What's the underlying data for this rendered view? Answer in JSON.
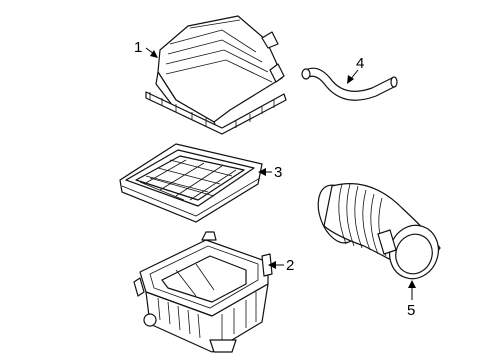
{
  "parts": [
    {
      "id": "air-cleaner-cover",
      "number": "1"
    },
    {
      "id": "air-cleaner-housing",
      "number": "2"
    },
    {
      "id": "air-filter-element",
      "number": "3"
    },
    {
      "id": "breather-hose",
      "number": "4"
    },
    {
      "id": "intake-duct",
      "number": "5"
    }
  ]
}
